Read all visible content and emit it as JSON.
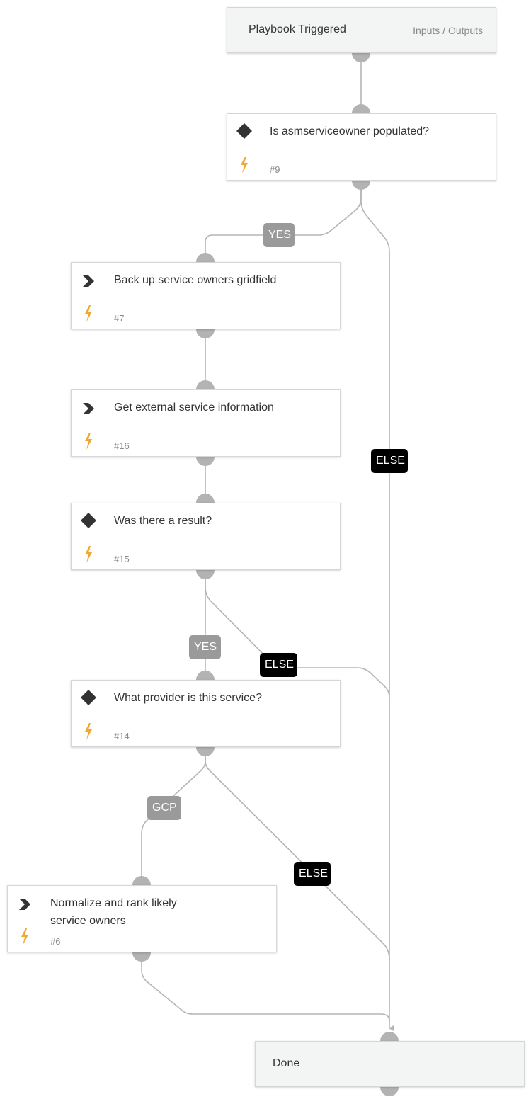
{
  "start": {
    "title": "Playbook Triggered",
    "io_link": "Inputs / Outputs"
  },
  "tasks": [
    {
      "title": "Is asmserviceowner populated?",
      "id": "#9",
      "kind": "condition",
      "icon": "diamond-icon"
    },
    {
      "title": "Back up service owners gridfield",
      "id": "#7",
      "kind": "action",
      "icon": "chevron-icon"
    },
    {
      "title": "Get external service information",
      "id": "#16",
      "kind": "action",
      "icon": "chevron-icon"
    },
    {
      "title": "Was there a result?",
      "id": "#15",
      "kind": "condition",
      "icon": "diamond-icon"
    },
    {
      "title": "What provider is this service?",
      "id": "#14",
      "kind": "condition",
      "icon": "diamond-icon"
    },
    {
      "title": "Normalize and rank likely service owners",
      "id": "#6",
      "kind": "action",
      "icon": "chevron-icon"
    }
  ],
  "end": {
    "title": "Done"
  },
  "branch_labels": {
    "yes_9": "YES",
    "else_9": "ELSE",
    "yes_15": "YES",
    "else_15": "ELSE",
    "gcp_14": "GCP",
    "else_14": "ELSE"
  },
  "colors": {
    "edge": "#b5b5b5",
    "port": "#b3b3b3",
    "bolt": "#f0a830",
    "yes_label": "#9a9a9a",
    "else_label": "#000000"
  }
}
